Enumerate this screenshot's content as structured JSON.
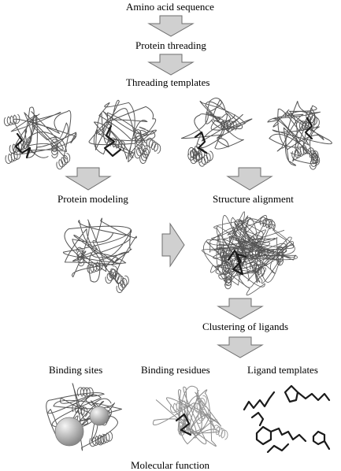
{
  "steps": {
    "sequence": "Amino acid sequence",
    "threading": "Protein threading",
    "templates": "Threading templates",
    "modeling": "Protein modeling",
    "alignment": "Structure alignment",
    "clustering": "Clustering of ligands",
    "binding_sites": "Binding sites",
    "binding_residues": "Binding residues",
    "ligand_templates": "Ligand templates",
    "function": "Molecular function"
  },
  "colors": {
    "ribbon": "#555555",
    "ligand": "#1a1a1a",
    "arrow_fill": "#d0d0d0",
    "arrow_stroke": "#6e6e6e",
    "sphere": "#9a9a9a"
  }
}
